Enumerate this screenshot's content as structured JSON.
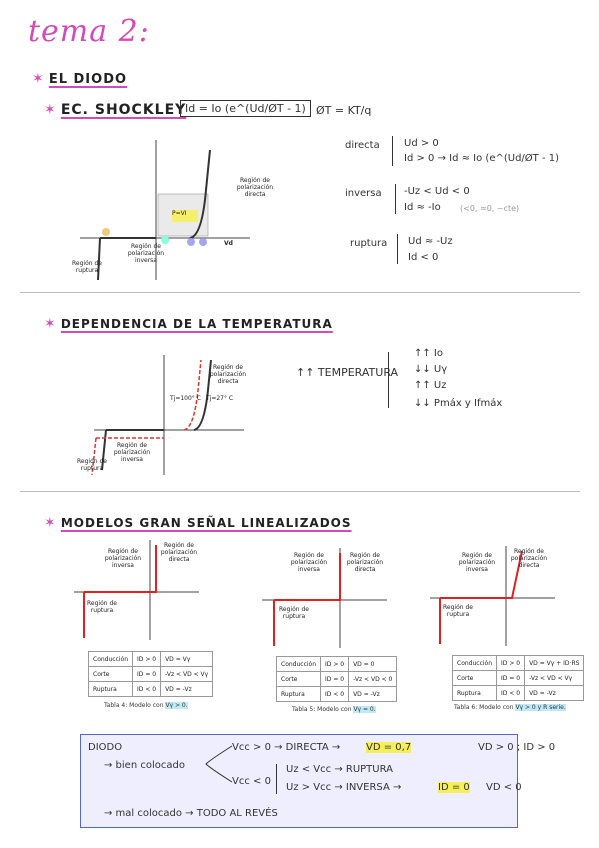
{
  "title": "tema 2:",
  "sections": {
    "diodo": "EL DIODO",
    "shockley": "EC. SHOCKLEY",
    "temperatura": "DEPENDENCIA DE LA TEMPERATURA",
    "modelos": "MODELOS GRAN SEÑAL LINEALIZADOS"
  },
  "shockley": {
    "formula": "Id = Io (e^(Ud/ØT - 1)",
    "thermal": "ØT = KT/q",
    "directa_label": "directa",
    "directa_1": "Ud > 0",
    "directa_2": "Id > 0 → Id ≈ Io (e^(Ud/ØT - 1)",
    "inversa_label": "inversa",
    "inversa_1": "-Uz < Ud < 0",
    "inversa_2": "Id ≈ -Io",
    "inversa_note": "(<0, ≈0, ~cte)",
    "ruptura_label": "ruptura",
    "ruptura_1": "Ud ≈ -Uz",
    "ruptura_2": "Id < 0",
    "graph_labels": {
      "directa": "Región de polarización directa",
      "inversa": "Región de polarización inversa",
      "ruptura": "Región de ruptura",
      "vd": "Vd",
      "pmax": "P=VI"
    }
  },
  "temperatura": {
    "main": "↑↑ TEMPERATURA",
    "items": [
      "↑↑ Io",
      "↓↓ Uγ",
      "↑↑ Uz",
      "↓↓ Pmáx  y  Ifmáx"
    ],
    "graph_labels": {
      "directa": "Región de polarización directa",
      "inversa": "Región de polarización inversa",
      "ruptura": "Región de ruptura",
      "t1": "Tj=100° C",
      "t2": "Tj=27° C"
    }
  },
  "modelos": {
    "tables": [
      {
        "rows": [
          [
            "Conducción",
            "ID > 0",
            "VD = Vγ"
          ],
          [
            "Corte",
            "ID = 0",
            "-Vz < VD < Vγ"
          ],
          [
            "Ruptura",
            "ID < 0",
            "VD = -Vz"
          ]
        ],
        "caption_pre": "Tabla 4: Modelo con ",
        "caption_hl": "Vγ > 0."
      },
      {
        "rows": [
          [
            "Conducción",
            "ID > 0",
            "VD = 0"
          ],
          [
            "Corte",
            "ID = 0",
            "-Vz < VD < 0"
          ],
          [
            "Ruptura",
            "ID < 0",
            "VD = -Vz"
          ]
        ],
        "caption_pre": "Tabla 5: Modelo con ",
        "caption_hl": "Vγ = 0."
      },
      {
        "rows": [
          [
            "Conducción",
            "ID > 0",
            "VD = Vγ + ID·RS"
          ],
          [
            "Corte",
            "ID = 0",
            "-Vz < VD < Vγ"
          ],
          [
            "Ruptura",
            "ID < 0",
            "VD = -Vz"
          ]
        ],
        "caption_pre": "Tabla 6: Modelo con ",
        "caption_hl": "Vγ > 0 y R serie."
      }
    ],
    "graph_labels": {
      "directa": "Región de polarización directa",
      "inversa": "Región de polarización inversa",
      "ruptura": "Región de ruptura"
    }
  },
  "summary": {
    "diodo": "DIODO",
    "bien": "→ bien colocado",
    "vcc_pos": "Vcc > 0 → DIRECTA →",
    "vd07": "VD = 0,7",
    "vcc_neg": "Vcc < 0",
    "uz_lt": "Uz < Vcc → RUPTURA",
    "uz_gt": "Uz > Vcc → INVERSA →",
    "id0": "ID = 0",
    "right1": "VD > 0 ; ID > 0",
    "right2": "VD < 0",
    "mal": "→ mal colocado → TODO AL REVÉS"
  }
}
